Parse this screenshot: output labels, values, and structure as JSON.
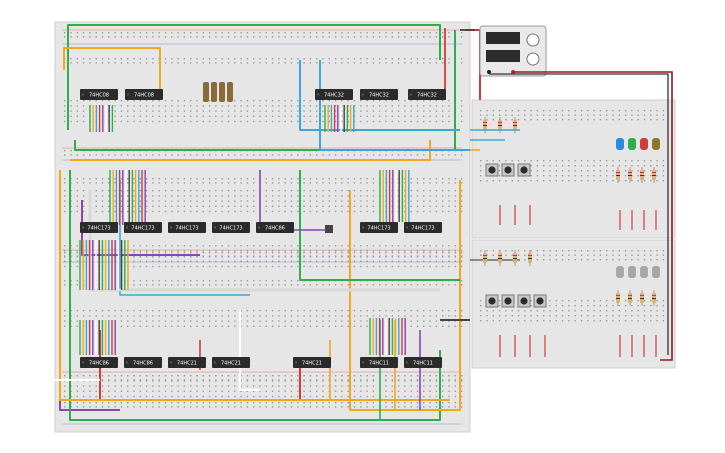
{
  "canvas": {
    "background": "#ffffff"
  },
  "colors": {
    "board": "#e6e6e6",
    "board_dark": "#d8d8d8",
    "rail_red": "#d33",
    "rail_blue": "#36c",
    "chip": "#2b2b2b",
    "supply": "#e9e9e9"
  },
  "boards": {
    "main": {
      "sections": {
        "top": {
          "chips": [
            {
              "label": "74HC08"
            },
            {
              "label": "74HC08"
            },
            {
              "label": "74HC32"
            },
            {
              "label": "74HC32"
            },
            {
              "label": "74HC32"
            }
          ]
        },
        "middle": {
          "chips": [
            {
              "label": "74HC173"
            },
            {
              "label": "74HC173"
            },
            {
              "label": "74HC173"
            },
            {
              "label": "74HC173"
            },
            {
              "label": "74HC86"
            },
            {
              "label": "74HC173"
            },
            {
              "label": "74HC173"
            }
          ]
        },
        "bottom": {
          "chips": [
            {
              "label": "74HC86"
            },
            {
              "label": "74HC86"
            },
            {
              "label": "74HC21"
            },
            {
              "label": "74HC21"
            },
            {
              "label": "74HC21"
            },
            {
              "label": "74HC11"
            },
            {
              "label": "74HC11"
            }
          ]
        }
      }
    },
    "right": {
      "leds": [
        "#2b8be0",
        "#2fae4a",
        "#d23b3b",
        "#8a7a2a"
      ],
      "top_buttons": 3,
      "bottom_buttons": 4
    }
  },
  "icons": {
    "power_supply": "power-supply-icon",
    "button": "push-button-icon",
    "led": "led-icon"
  }
}
